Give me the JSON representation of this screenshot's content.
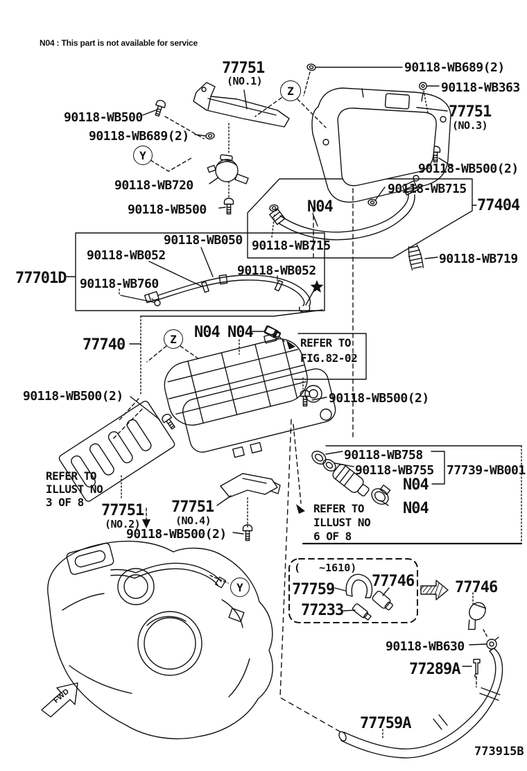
{
  "labels": {
    "note": "N04 : This part is not available for service",
    "t77751_no1": "77751",
    "no1": "(NO.1)",
    "wb689_top": "90118-WB689(2)",
    "wb363": "90118-WB363",
    "t77751_no3": "77751",
    "no3": "(NO.3)",
    "wb500_2_tr": "90118-WB500(2)",
    "wb500_top": "90118-WB500",
    "wb689_left": "90118-WB689(2)",
    "wb720": "90118-WB720",
    "wb500_mid": "90118-WB500",
    "wb715_top": "90118-WB715",
    "t77404": "77404",
    "n04_hose": "N04",
    "wb715_bot": "90118-WB715",
    "wb719": "90118-WB719",
    "wb050": "90118-WB050",
    "wb052_l": "90118-WB052",
    "t77701d": "77701D",
    "wb760": "90118-WB760",
    "wb052_r": "90118-WB052",
    "t77740": "77740",
    "n04_c1": "N04",
    "n04_c2": "N04",
    "refer_fig1": "REFER TO",
    "refer_fig2": "FIG.82-02",
    "wb500_2_l": "90118-WB500(2)",
    "wb500_2_r": "90118-WB500(2)",
    "wb758": "90118-WB758",
    "wb755": "90118-WB755",
    "t77739": "77739-WB001",
    "n04_k1": "N04",
    "n04_k2": "N04",
    "ref3_1": "REFER TO",
    "ref3_2": "ILLUST NO",
    "ref3_3": "3 OF 8",
    "ref6_1": "REFER TO",
    "ref6_2": "ILLUST NO",
    "ref6_3": "6 OF 8",
    "t77751_no2": "77751",
    "no2": "(NO.2)",
    "t77751_no4": "77751",
    "no4": "(NO.4)",
    "wb500_2_b": "90118-WB500(2)",
    "cond": "(   ~1610)",
    "t77759": "77759",
    "t77746_a": "77746",
    "t77233": "77233",
    "t77746_b": "77746",
    "wb630": "90118-WB630",
    "t77289a": "77289A",
    "t77759a": "77759A",
    "diagram_no": "773915B",
    "fwd": "FWD",
    "balloon_z": "Z",
    "balloon_y": "Y"
  },
  "colors": {
    "ink": "#111111",
    "paper": "#ffffff"
  }
}
